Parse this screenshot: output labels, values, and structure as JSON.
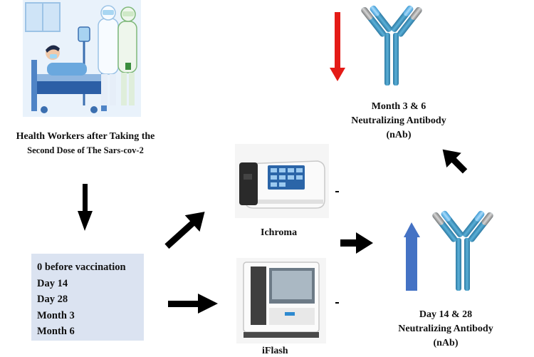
{
  "workers": {
    "caption_line1": "Health Workers after Taking the",
    "caption_line2": "Second Dose of The Sars-cov-2"
  },
  "timepoints": [
    "0 before vaccination",
    "Day 14",
    "Day 28",
    "Month 3",
    "Month 6"
  ],
  "devices": {
    "ichroma": "Ichroma",
    "iflash": "iFlash"
  },
  "antibody_top": {
    "line1": "Month 3 & 6",
    "line2": "Neutralizing Antibody",
    "line3": "(nAb)"
  },
  "antibody_bottom": {
    "line1": "Day 14 & 28",
    "line2": "Neutralizing Antibody",
    "line3": "(nAb)"
  },
  "colors": {
    "decrease_arrow": "#e41b17",
    "increase_arrow": "#4472c4",
    "antibody_stem": "#3a8fb7",
    "antibody_tip": "#58b4e8",
    "antibody_gray": "#a8a8a8",
    "flow_arrow": "#000000"
  }
}
